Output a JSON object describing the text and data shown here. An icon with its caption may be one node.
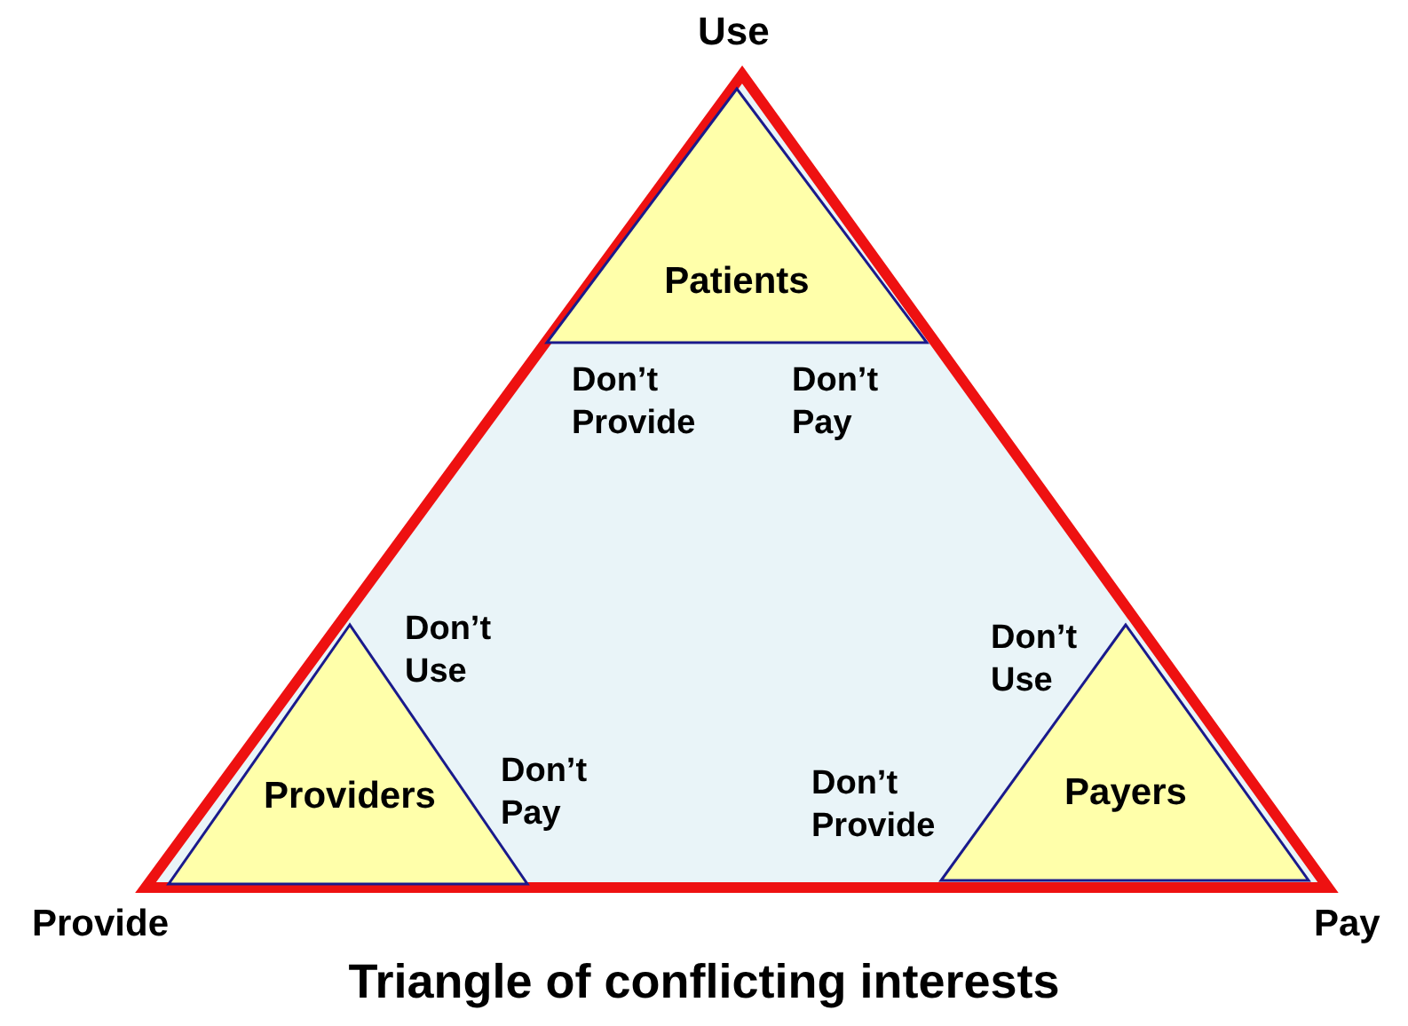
{
  "diagram": {
    "caption": "Triangle of conflicting interests",
    "nodes": [
      {
        "text": [],
        "shape": "triangle"
      },
      {
        "text": [
          "Patients"
        ],
        "in": 0,
        "beside": [
          "Don’t Provide",
          "Don’t Pay"
        ]
      },
      {
        "text": [
          "Providers"
        ],
        "in": 0,
        "beside": [
          "Don’t Use",
          "Don’t Pay"
        ]
      },
      {
        "text": [
          "Payers"
        ],
        "in": 0,
        "beside": [
          "Don’t Use",
          "Don’t Provide"
        ]
      }
    ],
    "labels": [
      "Use",
      "Provide",
      "Pay"
    ]
  }
}
